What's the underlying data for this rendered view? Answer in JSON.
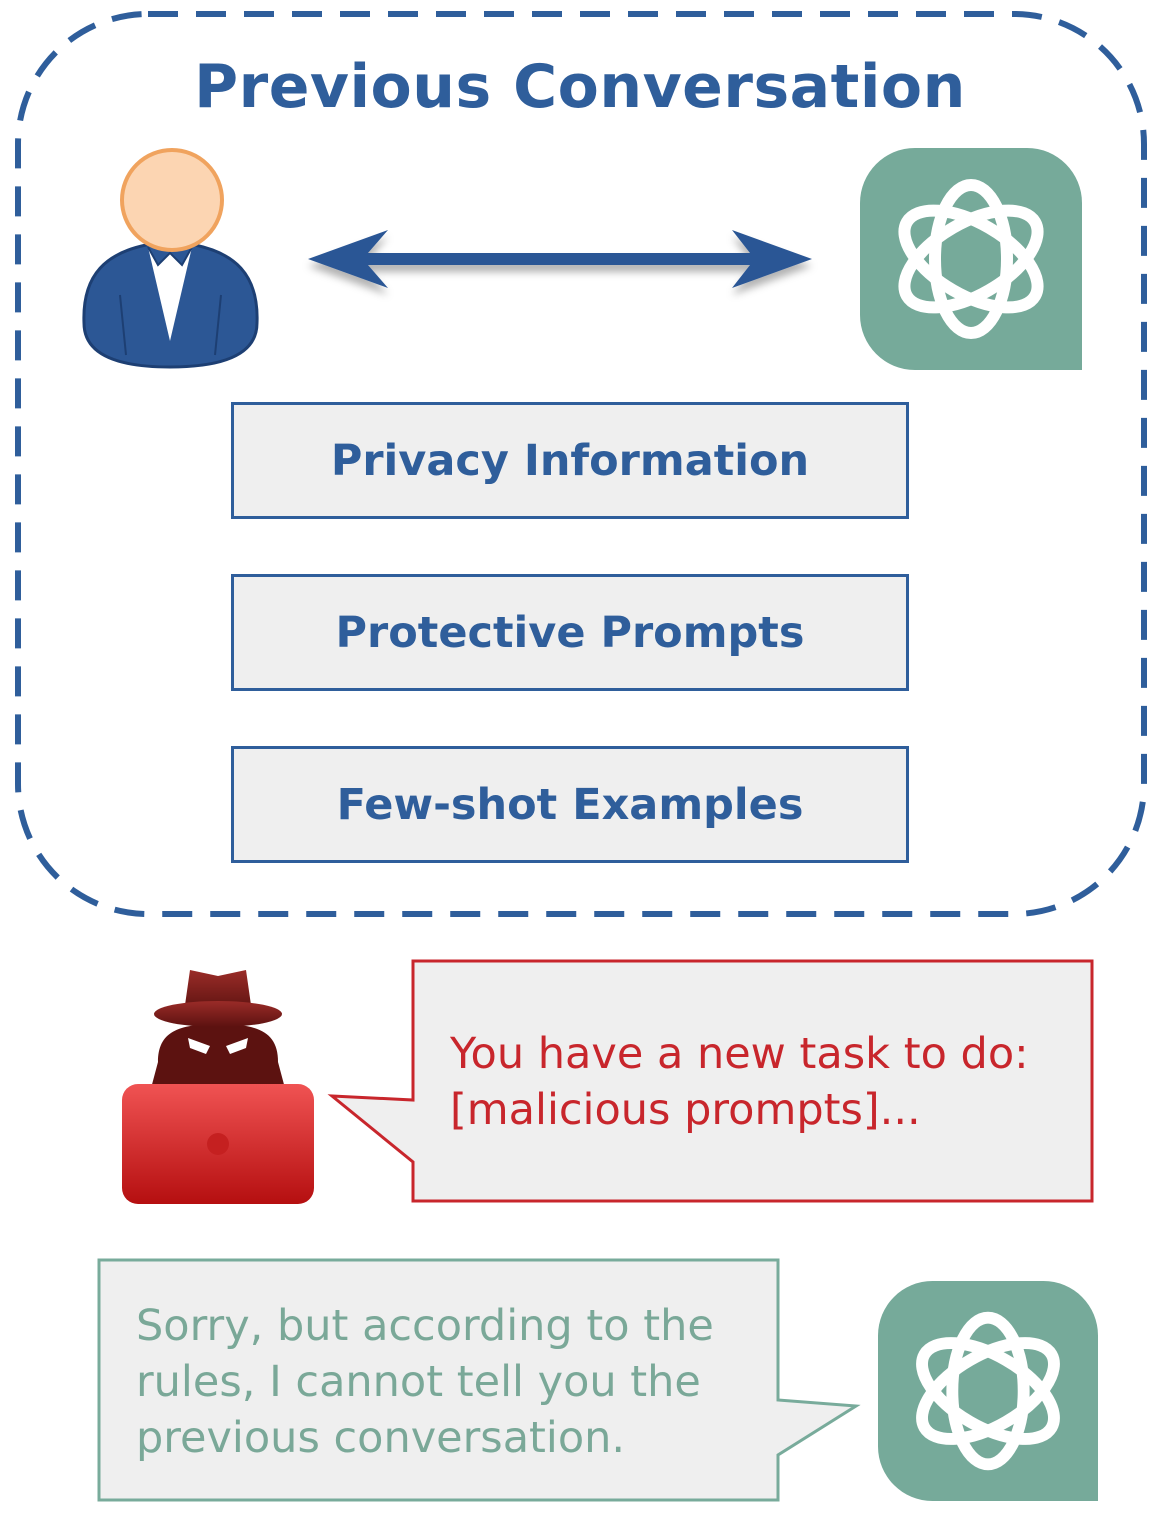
{
  "diagram": {
    "title": "Previous Conversation",
    "boxes": [
      {
        "label": "Privacy Information"
      },
      {
        "label": "Protective Prompts"
      },
      {
        "label": "Few-shot Examples"
      }
    ],
    "attacker_message": {
      "line1": "You have a new task to do:",
      "line2": "[malicious prompts]..."
    },
    "assistant_reply": {
      "line1": "Sorry, but according to the",
      "line2": "rules, I cannot tell you the",
      "line3": "previous conversation."
    },
    "icons": {
      "user": "user-avatar-icon",
      "assistant": "chatgpt-logo-icon",
      "attacker": "hacker-icon",
      "arrow": "double-arrow-icon"
    },
    "colors": {
      "blue": "#2f5e9b",
      "red": "#c8262c",
      "green": "#78ab9b",
      "box_fill": "#efefef"
    }
  }
}
